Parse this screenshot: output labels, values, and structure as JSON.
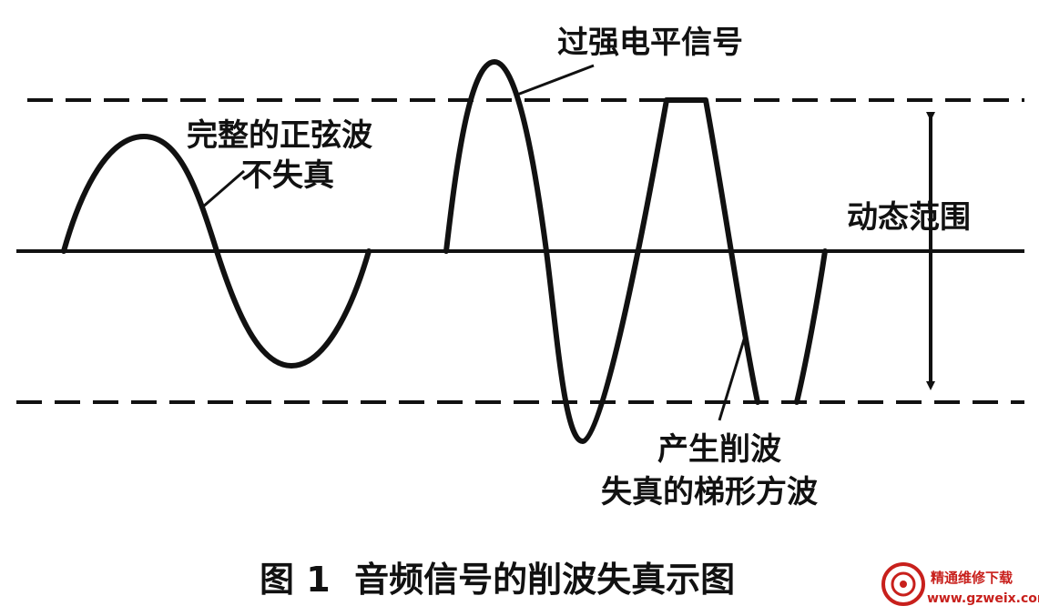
{
  "labels": {
    "complete_sine_line1": "完整的正弦波",
    "complete_sine_line2": "不失真",
    "overdriven_signal": "过强电平信号",
    "dynamic_range": "动态范围",
    "clipping_line1": "产生削波",
    "clipping_line2": "失真的梯形方波"
  },
  "caption": "图 1  音频信号的削波失真示图",
  "watermark": {
    "text_cn": "精通维修下载",
    "text_url": "www.gzweix.com"
  },
  "colors": {
    "line": "#111111",
    "watermark": "#c8201c"
  }
}
